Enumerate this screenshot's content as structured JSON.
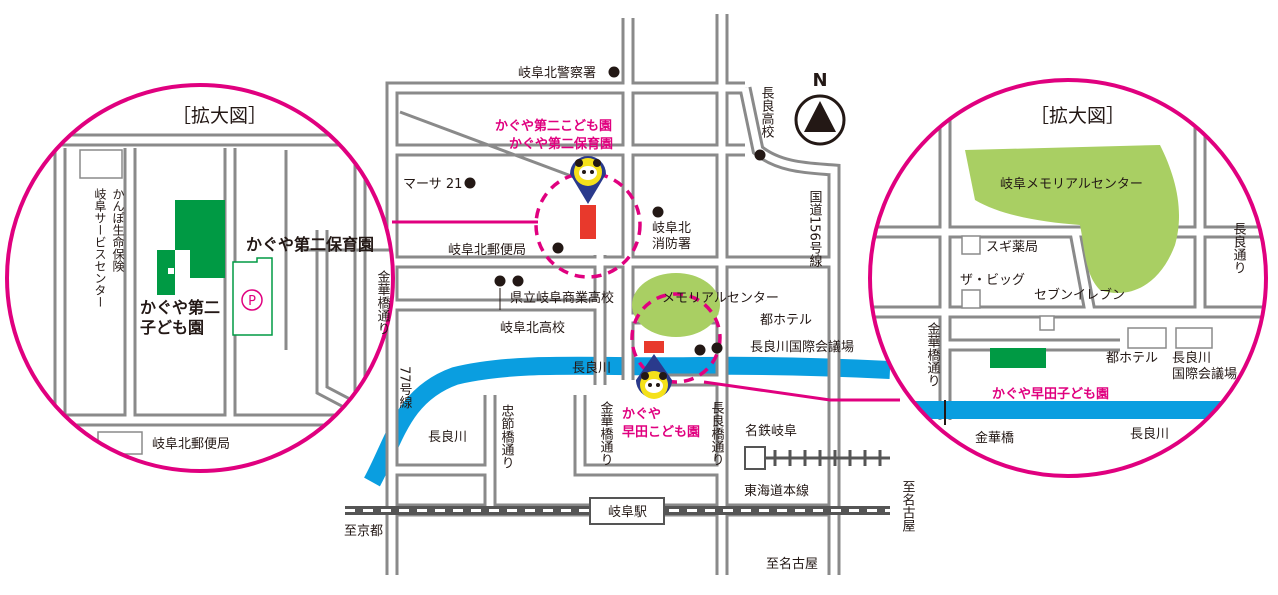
{
  "colors": {
    "road": "#8a8a8a",
    "river": "#0a9ee0",
    "accent": "#e0007f",
    "green": "#009a44",
    "park": "#a9cf63",
    "pin": "#2a3a8c",
    "pin_face": "#f5e11a",
    "marker": "#e8392c"
  },
  "icons": {
    "pin": "panda-pin-icon",
    "compass": "north-arrow-icon",
    "parking": "parking-icon"
  },
  "compass": {
    "label": "N"
  },
  "main": {
    "police": "岐阜北警察署",
    "nagara_high": "長良高校",
    "masa21": "マーサ 21",
    "kindergarten2": "かぐや第二こども園",
    "nursery2": "かぐや第二保育園",
    "fire_station_1": "岐阜北",
    "fire_station_2": "消防署",
    "route156": "国道156号線",
    "post_office": "岐阜北郵便局",
    "commercial_high": "県立岐阜商業高校",
    "kita_high": "岐阜北高校",
    "memorial": "メモリアルセンター",
    "hotel": "都ホテル",
    "convention": "長良川国際会議場",
    "river_label": "長良川",
    "river_label_2": "長良川",
    "route77": "77号線",
    "chusetsu": "忠節橋通り",
    "kinkabashi": "金華橋通り",
    "nagara_st": "長良橋通り",
    "kaguya_1": "かぐや",
    "kaguya_2": "早田こども園",
    "meitetsu": "名鉄岐阜",
    "tokaido": "東海道本線",
    "gifu_station": "岐阜駅",
    "to_kyoto": "至京都",
    "to_nagoya": "至名古屋",
    "to_nagoya_v": "至名古屋"
  },
  "left_zoom": {
    "title": "［拡大図］",
    "kanpo": "かんぽ生命保険",
    "kanpo2": "岐阜サービスセンター",
    "nursery": "かぐや第二保育園",
    "kindergarten_1": "かぐや第二",
    "kindergarten_2": "子ども園",
    "parking": "P",
    "kinkabashi": "金華橋通り",
    "post_office": "岐阜北郵便局"
  },
  "right_zoom": {
    "title": "［拡大図］",
    "memorial": "岐阜メモリアルセンター",
    "sugi": "スギ薬局",
    "zabig": "ザ・ビッグ",
    "seven": "セブンイレブン",
    "kinkabashi": "金華橋通り",
    "hotel": "都ホテル",
    "convention_1": "長良川",
    "convention_2": "国際会議場",
    "kaguya": "かぐや早田子ども園",
    "kinka_bridge": "金華橋",
    "nagara_river": "長良川",
    "nagara_st": "長良通り"
  }
}
